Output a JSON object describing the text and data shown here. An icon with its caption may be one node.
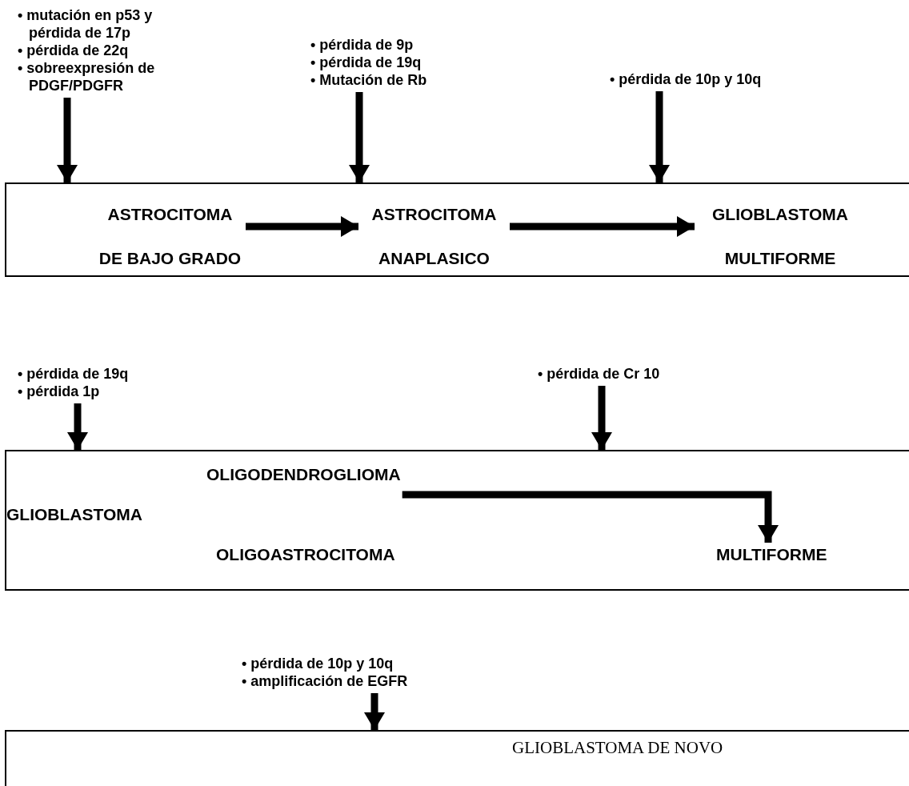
{
  "diagram": {
    "nodes": [
      {
        "text": [
          "• mutación en p53 y pérdida de 17p",
          "• pérdida de 22q",
          "• sobreexpresión de PDGF/PDGFR"
        ]
      },
      {
        "text": [
          "• pérdida de 9p",
          "• pérdida de 19q",
          "• Mutación de Rb"
        ]
      },
      {
        "text": [
          "• pérdida de 10p y 10q"
        ]
      },
      {
        "text": [],
        "shape": "box"
      },
      {
        "text": [
          "ASTROCITOMA DE BAJO GRADO"
        ],
        "in": 3
      },
      {
        "text": [
          "ASTROCITOMA ANAPLASICO"
        ],
        "in": 3
      },
      {
        "text": [
          "GLIOBLASTOMA MULTIFORME"
        ],
        "in": 3
      },
      {
        "text": [
          "• pérdida de 19q",
          "• pérdida 1p"
        ]
      },
      {
        "text": [
          "• pérdida de Cr 10"
        ]
      },
      {
        "text": [],
        "shape": "box"
      },
      {
        "text": [
          "OLIGODENDROGLIOMA"
        ],
        "in": 9
      },
      {
        "text": [
          "GLIOBLASTOMA"
        ],
        "in": 9
      },
      {
        "text": [
          "OLIGOASTROCITOMA"
        ],
        "in": 9
      },
      {
        "text": [
          "MULTIFORME"
        ],
        "in": 9
      },
      {
        "text": [
          "• pérdida de 10p y 10q",
          "• amplificación de EGFR"
        ]
      },
      {
        "text": [],
        "shape": "box"
      },
      {
        "text": [
          "GLIOBLASTOMA DE NOVO"
        ],
        "in": 15
      }
    ],
    "edges": [
      {
        "from": 0,
        "to": 3,
        "arrow": "to"
      },
      {
        "from": 1,
        "to": 3,
        "arrow": "to"
      },
      {
        "from": 2,
        "to": 3,
        "arrow": "to"
      },
      {
        "from": 4,
        "to": 5,
        "arrow": "to"
      },
      {
        "from": 5,
        "to": 6,
        "arrow": "to"
      },
      {
        "from": 7,
        "to": 9,
        "arrow": "to"
      },
      {
        "from": 8,
        "to": 9,
        "arrow": "to"
      },
      {
        "from": 10,
        "to": 13,
        "arrow": "to"
      },
      {
        "from": 14,
        "to": 15,
        "arrow": "to"
      }
    ]
  }
}
